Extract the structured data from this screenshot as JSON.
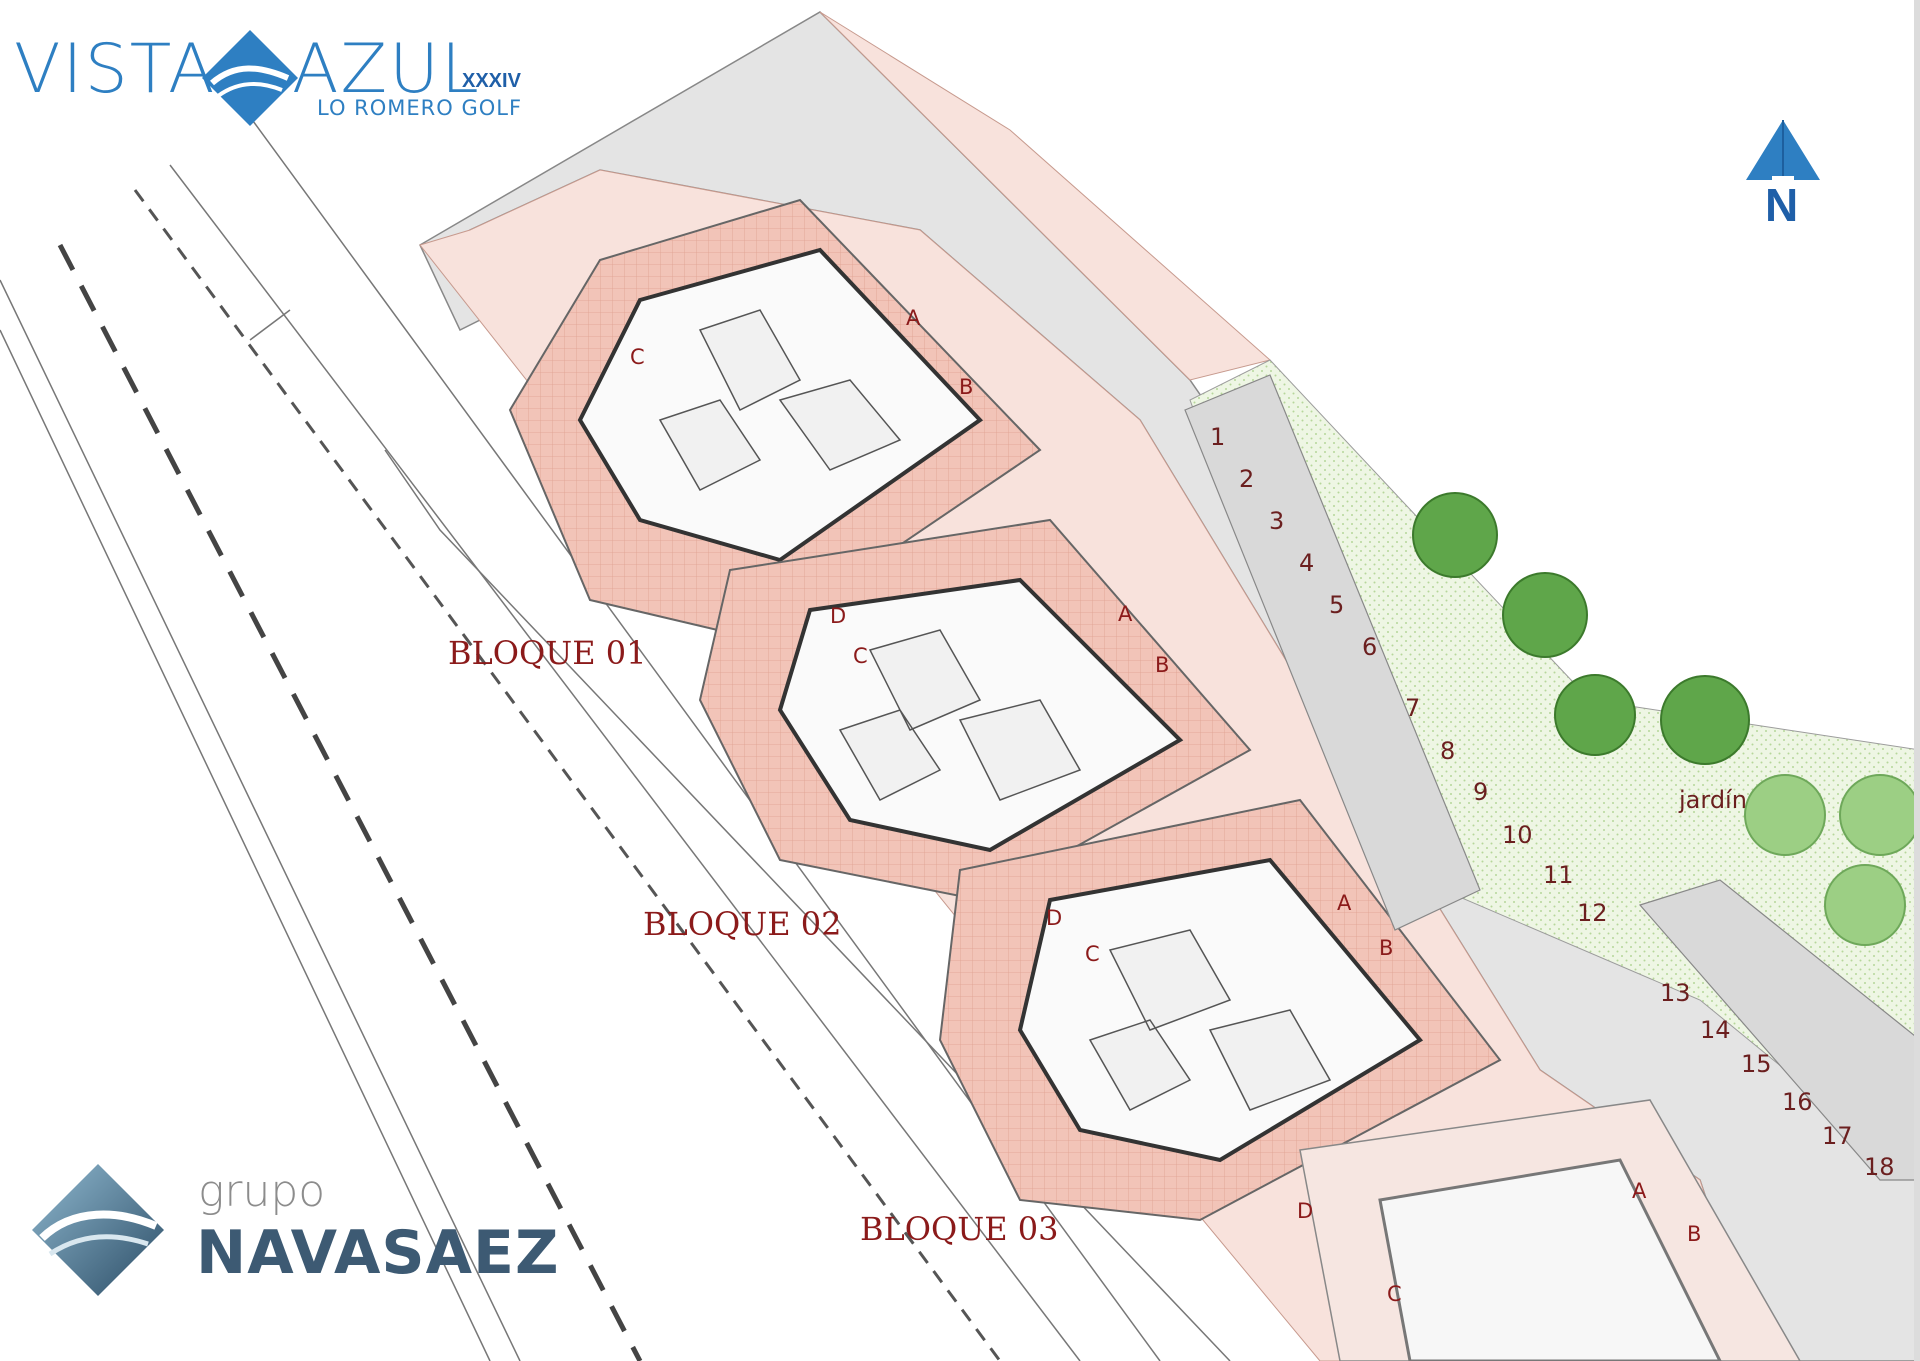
{
  "brand": {
    "word_left": "VISTA",
    "word_right": "AZUL",
    "edition": "XXXIV",
    "subtitle": "LO ROMERO GOLF"
  },
  "north": {
    "letter": "N"
  },
  "developer": {
    "prefix": "grupo",
    "name": "NAVASAEZ"
  },
  "blocks": [
    {
      "label": "BLOQUE 01"
    },
    {
      "label": "BLOQUE 02"
    },
    {
      "label": "BLOQUE 03"
    }
  ],
  "unit_labels": {
    "a": "A",
    "b": "B",
    "c": "C",
    "d": "D"
  },
  "parking": [
    "1",
    "2",
    "3",
    "4",
    "5",
    "6",
    "7",
    "8",
    "9",
    "10",
    "11",
    "12",
    "13",
    "14",
    "15",
    "16",
    "17",
    "18"
  ],
  "garden_label": "jardín",
  "colors": {
    "brand_blue": "#2e7fc2",
    "label_red": "#8b1a1a",
    "terrace_pink": "#f2c4b8",
    "path_pink": "#f8e2dc",
    "road_grey": "#e2e2e2",
    "garden_green": "#e4f0d8",
    "tree_green": "#5fa64a"
  }
}
